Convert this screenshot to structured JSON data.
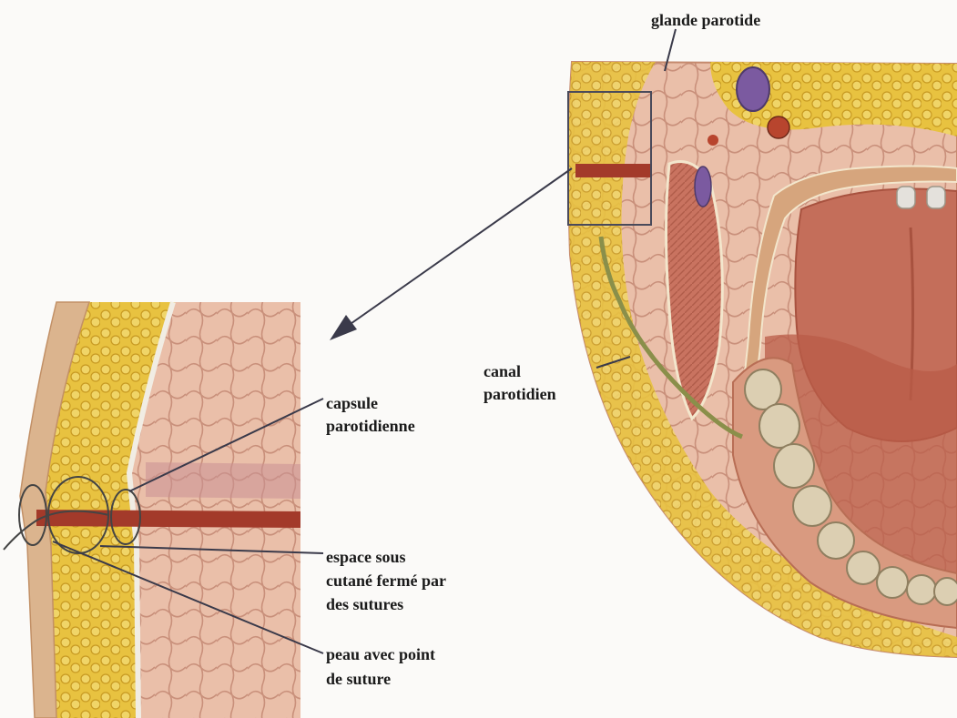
{
  "labels": {
    "glande_parotide": "glande parotide",
    "canal_parotidien": [
      "canal",
      "parotidien"
    ],
    "capsule_parotidienne": [
      "capsule",
      "parotidienne"
    ],
    "espace_sous_cutane": [
      "espace sous",
      "cutané fermé par",
      "des sutures"
    ],
    "peau_point_suture": [
      "peau avec point",
      "de suture"
    ]
  },
  "colors": {
    "fat_yellow": "#e0b830",
    "gland_tissue": "#e7b8a3",
    "muscle_red": "#b85b4a",
    "duct_red": "#a33a2a",
    "skin": "#d9b08a",
    "vein_purple": "#7b5aa0",
    "tooth": "#d8cdb4",
    "leader_line": "#3a3a4a"
  }
}
